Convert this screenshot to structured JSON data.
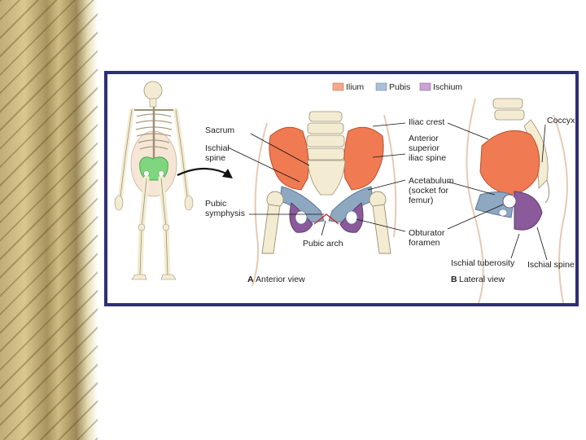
{
  "legend": [
    {
      "label": "Ilium",
      "color": "#f4a98a"
    },
    {
      "label": "Pubis",
      "color": "#a9c0d6"
    },
    {
      "label": "Ischium",
      "color": "#c9a3d3"
    }
  ],
  "labels": {
    "sacrum": "Sacrum",
    "ischial_spine_1": "Ischial",
    "ischial_spine_2": "spine",
    "pubic_symphysis_1": "Pubic",
    "pubic_symphysis_2": "symphysis",
    "pubic_arch": "Pubic arch",
    "iliac_crest": "Iliac crest",
    "asis_1": "Anterior",
    "asis_2": "superior",
    "asis_3": "iliac spine",
    "acetabulum_1": "Acetabulum",
    "acetabulum_2": "(socket for",
    "acetabulum_3": "femur)",
    "obturator_1": "Obturator",
    "obturator_2": "foramen",
    "coccyx": "Coccyx",
    "ischial_tuberosity": "Ischial tuberosity",
    "ischial_spine_b": "Ischial spine"
  },
  "views": {
    "a_letter": "A",
    "a_text": "Anterior view",
    "b_letter": "B",
    "b_text": "Lateral view"
  },
  "colors": {
    "ilium": "#f07a52",
    "pubis": "#8ea8c2",
    "ischium": "#8a5a9a",
    "frame": "#2e2e78",
    "skin": "#f6e6d6",
    "bone": "#f3ecd2",
    "highlight": "#7fd67f"
  }
}
